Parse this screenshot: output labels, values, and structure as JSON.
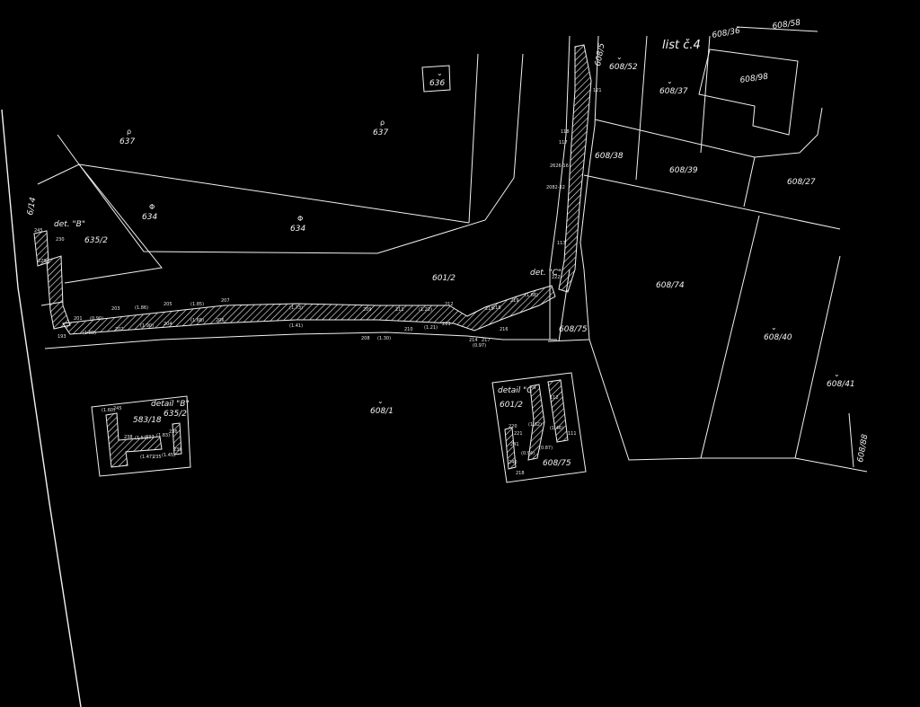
{
  "sheet": {
    "title": "list č.4"
  },
  "parcels": [
    {
      "id": "p637a",
      "label": "637",
      "symbol": "ρ"
    },
    {
      "id": "p637b",
      "label": "637",
      "symbol": "ρ"
    },
    {
      "id": "p636",
      "label": "636",
      "symbol": "⌄"
    },
    {
      "id": "p634a",
      "label": "634",
      "symbol": "Φ"
    },
    {
      "id": "p634b",
      "label": "634",
      "symbol": "Φ"
    },
    {
      "id": "p635_2",
      "label": "635/2",
      "symbol": ""
    },
    {
      "id": "p601_2",
      "label": "601/2",
      "symbol": ""
    },
    {
      "id": "p608_1",
      "label": "608/1",
      "symbol": "⌄"
    },
    {
      "id": "p608_5",
      "label": "608/5",
      "symbol": ""
    },
    {
      "id": "p608_52",
      "label": "608/52",
      "symbol": "⌄"
    },
    {
      "id": "p608_36",
      "label": "608/36",
      "symbol": ""
    },
    {
      "id": "p608_58",
      "label": "608/58",
      "symbol": ""
    },
    {
      "id": "p608_37",
      "label": "608/37",
      "symbol": "⌄"
    },
    {
      "id": "p608_98",
      "label": "608/98",
      "symbol": ""
    },
    {
      "id": "p608_38",
      "label": "608/38",
      "symbol": ""
    },
    {
      "id": "p608_39",
      "label": "608/39",
      "symbol": ""
    },
    {
      "id": "p608_27",
      "label": "608/27",
      "symbol": ""
    },
    {
      "id": "p608_74",
      "label": "608/74",
      "symbol": ""
    },
    {
      "id": "p608_75",
      "label": "608/75",
      "symbol": ""
    },
    {
      "id": "p608_40",
      "label": "608/40",
      "symbol": "⌄"
    },
    {
      "id": "p608_41",
      "label": "608/41",
      "symbol": "⌄"
    },
    {
      "id": "p608_88",
      "label": "608/88",
      "symbol": ""
    }
  ],
  "details": {
    "det_b_ref": "det. \"B\"",
    "det_c_ref": "det. \"C\"",
    "b": {
      "title": "detail \"B\"",
      "parcel_a": "583/18",
      "parcel_b": "635/2",
      "points": [
        "(1.60)",
        "245",
        "(1.57)",
        "237",
        "(1.83)",
        "236",
        "239",
        "(1.47)",
        "235",
        "(1.45)",
        "238"
      ]
    },
    "c": {
      "title": "detail \"C\"",
      "parcel_a": "601/2",
      "parcel_b": "608/75",
      "points": [
        "220",
        "221",
        "(1.62)",
        "(1.46)",
        "112",
        "111",
        "241",
        "(0.94)",
        "240",
        "(0.87)",
        "218"
      ]
    }
  },
  "points": [
    {
      "id": "pt193",
      "label": "193"
    },
    {
      "id": "pt201",
      "label": "201"
    },
    {
      "id": "pt202",
      "label": "202"
    },
    {
      "id": "pt203",
      "label": "203"
    },
    {
      "id": "pt204",
      "label": "204"
    },
    {
      "id": "pt205",
      "label": "205"
    },
    {
      "id": "pt206",
      "label": "206"
    },
    {
      "id": "pt207",
      "label": "207"
    },
    {
      "id": "pt208",
      "label": "208"
    },
    {
      "id": "pt209",
      "label": "209"
    },
    {
      "id": "pt210",
      "label": "210"
    },
    {
      "id": "pt211",
      "label": "211"
    },
    {
      "id": "pt212",
      "label": "212"
    },
    {
      "id": "pt213",
      "label": "213"
    },
    {
      "id": "pt214",
      "label": "214"
    },
    {
      "id": "pt215",
      "label": "215"
    },
    {
      "id": "pt216",
      "label": "216"
    },
    {
      "id": "pt217",
      "label": "217"
    },
    {
      "id": "pt218",
      "label": "218"
    },
    {
      "id": "pt219",
      "label": "219"
    },
    {
      "id": "pt222",
      "label": "222"
    },
    {
      "id": "pt229",
      "label": "229"
    },
    {
      "id": "pt230",
      "label": "230"
    },
    {
      "id": "pt245",
      "label": "245"
    },
    {
      "id": "pt113",
      "label": "113"
    },
    {
      "id": "pt117",
      "label": "117"
    },
    {
      "id": "pt118",
      "label": "118"
    },
    {
      "id": "pt121",
      "label": "121"
    },
    {
      "id": "pt2626",
      "label": "2626-16"
    },
    {
      "id": "pt2082",
      "label": "2082-32"
    }
  ],
  "distances": [
    {
      "id": "d1",
      "label": "(0.90)"
    },
    {
      "id": "d2",
      "label": "(1.88)"
    },
    {
      "id": "d3",
      "label": "(1.86)"
    },
    {
      "id": "d4",
      "label": "(1.90)"
    },
    {
      "id": "d5",
      "label": "(1.85)"
    },
    {
      "id": "d6",
      "label": "(1.68)"
    },
    {
      "id": "d7",
      "label": "(1.73)"
    },
    {
      "id": "d8",
      "label": "(1.41)"
    },
    {
      "id": "d9",
      "label": "(1.30)"
    },
    {
      "id": "d10",
      "label": "(1.22)"
    },
    {
      "id": "d11",
      "label": "(1.21)"
    },
    {
      "id": "d12",
      "label": "(0.97)"
    },
    {
      "id": "d13",
      "label": "(1.68)"
    }
  ],
  "edge_label": "6/14",
  "colors": {
    "background": "#000000",
    "linework": "#f2f2f2"
  }
}
